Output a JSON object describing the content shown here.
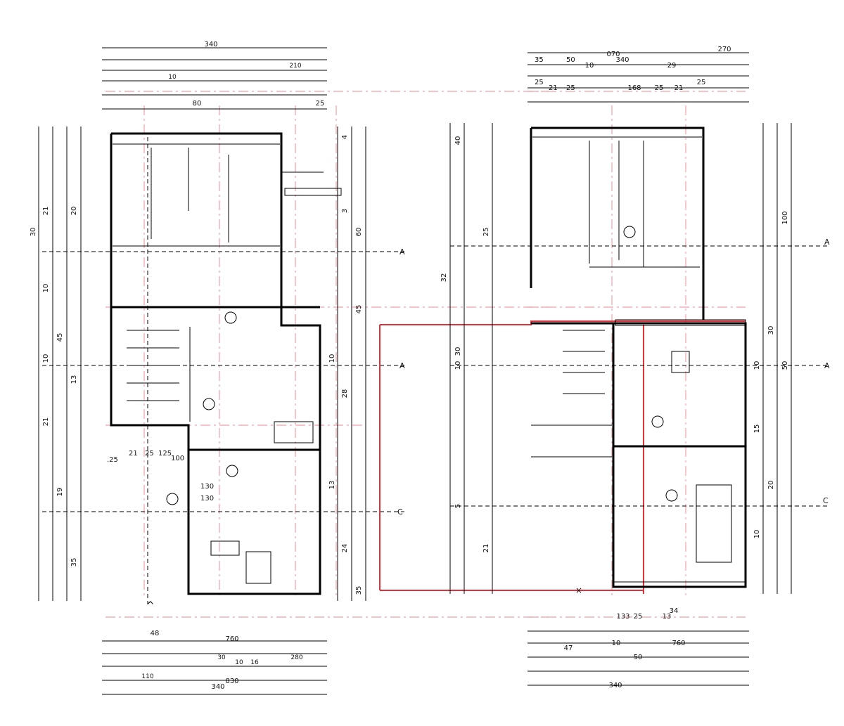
{
  "colors": {
    "ink": "#000000",
    "accent": "#e0303a",
    "accent_light": "#f0a0a6",
    "background": "#ffffff"
  },
  "left_plan": {
    "top_dims": [
      "340",
      "80",
      "10",
      "210",
      "25"
    ],
    "bottom_dims": [
      "48",
      "760",
      "30",
      "10",
      "16",
      "280",
      "110",
      "340",
      "830"
    ],
    "left_dims": [
      "21",
      "30",
      "10",
      "45",
      "13",
      "21",
      "20",
      "10",
      "19",
      "35"
    ],
    "right_dims": [
      "10",
      "4",
      "60",
      "3",
      "45",
      "28",
      "13",
      "24",
      "35"
    ],
    "sections": [
      "A",
      "A",
      "C"
    ],
    "row_dims": [
      ".25",
      "21",
      "25",
      "125",
      "100",
      "130",
      "130"
    ]
  },
  "right_plan": {
    "top_dims": [
      "35",
      "50",
      "070",
      "340",
      "270",
      "10",
      "29",
      "25",
      "21",
      "25",
      "168",
      "25",
      "21",
      "25"
    ],
    "bottom_dims": [
      "47",
      "10",
      "760",
      "50",
      "133",
      "25",
      "13",
      "34",
      "340"
    ],
    "left_dims": [
      "32",
      "40",
      "30",
      "10",
      "5",
      "25",
      "21"
    ],
    "right_dims": [
      "100",
      "30",
      "10",
      "50",
      "15",
      "20",
      "10"
    ],
    "sections": [
      "A",
      "A",
      "C"
    ]
  }
}
